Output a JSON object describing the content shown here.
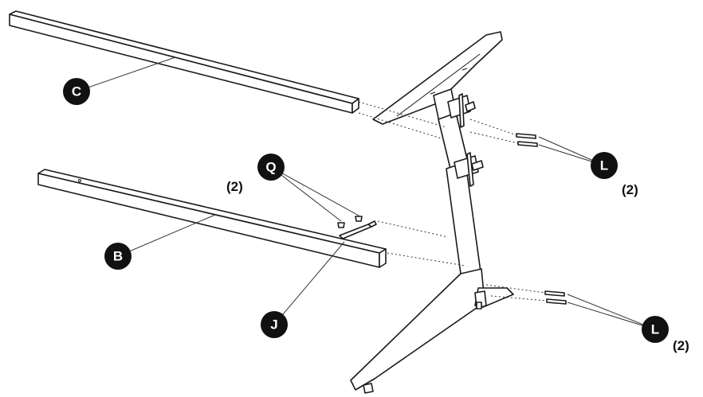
{
  "parts": {
    "C": {
      "letter": "C"
    },
    "B": {
      "letter": "B"
    },
    "J": {
      "letter": "J"
    },
    "Q": {
      "letter": "Q",
      "quantity": "(2)"
    },
    "L_upper": {
      "letter": "L",
      "quantity": "(2)"
    },
    "L_lower": {
      "letter": "L",
      "quantity": "(2)"
    }
  },
  "colors": {
    "ink": "#111111",
    "paper": "#ffffff"
  }
}
